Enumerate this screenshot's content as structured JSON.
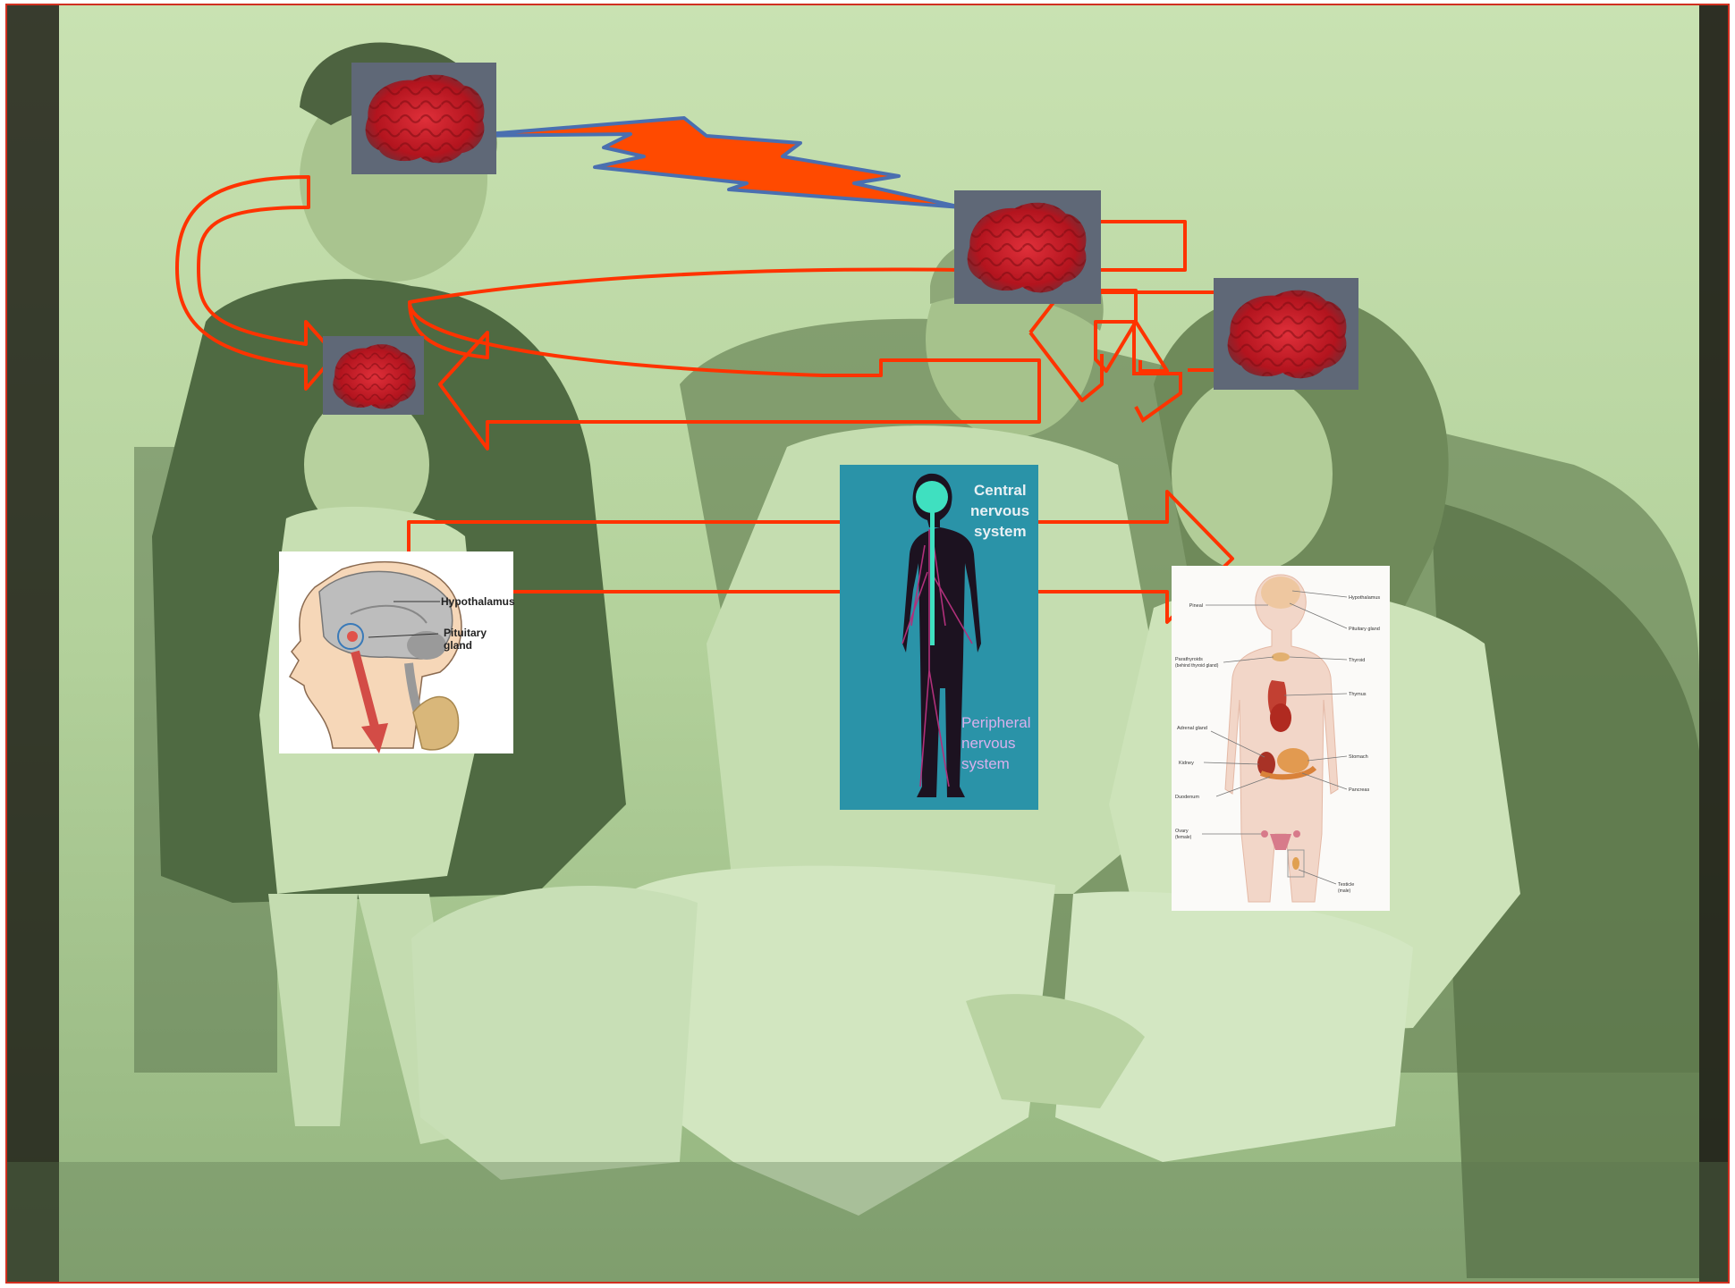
{
  "labels": {
    "brain_diagram": {
      "hypothalamus": "Hypothalamus",
      "pituitary_line1": "Pituitary",
      "pituitary_line2": "gland"
    },
    "nervous_system": {
      "central_line1": "Central",
      "central_line2": "nervous",
      "central_line3": "system",
      "peripheral_line1": "Peripheral",
      "peripheral_line2": "nervous",
      "peripheral_line3": "system"
    },
    "endocrine": {
      "pineal": "Pineal",
      "hypothalamus": "Hypothalamus",
      "pituitary": "Pituitary gland",
      "parathyroids": "Parathyroids",
      "parathyroids_sub": "(behind thyroid gland)",
      "thyroid": "Thyroid",
      "thymus": "Thymus",
      "adrenal": "Adrenal gland",
      "stomach": "Stomach",
      "kidney": "Kidney",
      "pancreas": "Pancreas",
      "duodenum": "Duodenum",
      "ovary": "Ovary",
      "ovary_sub": "(female)",
      "testicle": "Testicle",
      "testicle_sub": "(male)"
    }
  },
  "colors": {
    "arrow_red": "#ff3300",
    "bolt_fill": "#ff4a00",
    "bolt_outline": "#4a6fb0",
    "brain_red": "#c21a22",
    "brain_bg": "#5f6877",
    "photo_tint": "#bcd9a4",
    "nervous_bg": "#2a93a8",
    "frame_red": "#d03020"
  },
  "icons": [
    "brain-icon",
    "lightning-bolt-icon",
    "arrow-icon"
  ]
}
